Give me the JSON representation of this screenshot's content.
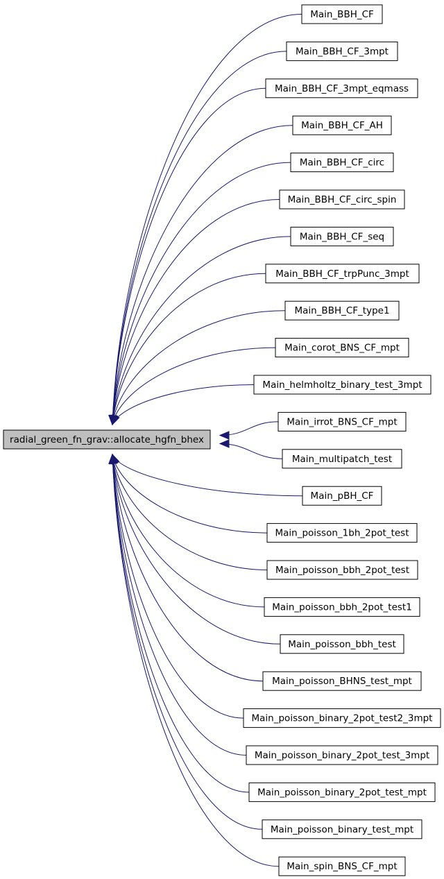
{
  "graph": {
    "root": {
      "label": "radial_green_fn_grav::allocate_hgfn_bhex"
    },
    "callers": [
      {
        "label": "Main_BBH_CF"
      },
      {
        "label": "Main_BBH_CF_3mpt"
      },
      {
        "label": "Main_BBH_CF_3mpt_eqmass"
      },
      {
        "label": "Main_BBH_CF_AH"
      },
      {
        "label": "Main_BBH_CF_circ"
      },
      {
        "label": "Main_BBH_CF_circ_spin"
      },
      {
        "label": "Main_BBH_CF_seq"
      },
      {
        "label": "Main_BBH_CF_trpPunc_3mpt"
      },
      {
        "label": "Main_BBH_CF_type1"
      },
      {
        "label": "Main_corot_BNS_CF_mpt"
      },
      {
        "label": "Main_helmholtz_binary_test_3mpt"
      },
      {
        "label": "Main_irrot_BNS_CF_mpt"
      },
      {
        "label": "Main_multipatch_test"
      },
      {
        "label": "Main_pBH_CF"
      },
      {
        "label": "Main_poisson_1bh_2pot_test"
      },
      {
        "label": "Main_poisson_bbh_2pot_test"
      },
      {
        "label": "Main_poisson_bbh_2pot_test1"
      },
      {
        "label": "Main_poisson_bbh_test"
      },
      {
        "label": "Main_poisson_BHNS_test_mpt"
      },
      {
        "label": "Main_poisson_binary_2pot_test2_3mpt"
      },
      {
        "label": "Main_poisson_binary_2pot_test_3mpt"
      },
      {
        "label": "Main_poisson_binary_2pot_test_mpt"
      },
      {
        "label": "Main_poisson_binary_test_mpt"
      },
      {
        "label": "Main_spin_BNS_CF_mpt"
      }
    ],
    "colors": {
      "edge": "#191970",
      "root_fill": "#bfbfbf",
      "node_fill": "#ffffff",
      "border": "#000000"
    }
  }
}
